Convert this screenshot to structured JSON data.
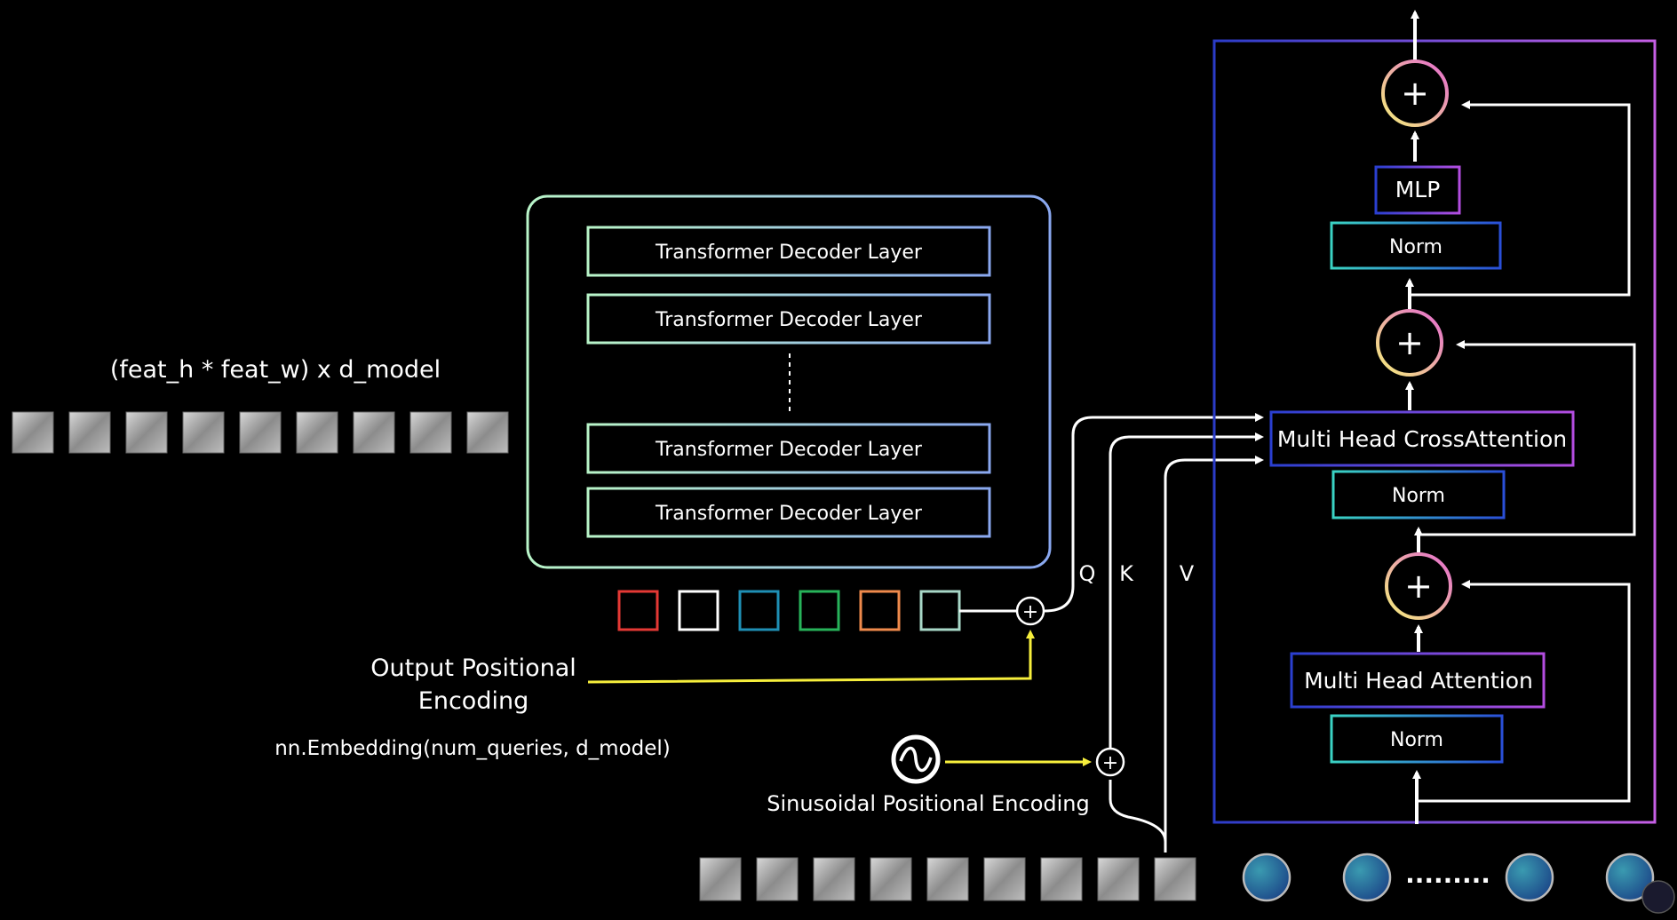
{
  "feature_label": "(feat_h * feat_w) x d_model",
  "decoder_layers": [
    "Transformer Decoder Layer",
    "Transformer Decoder Layer",
    "Transformer Decoder Layer",
    "Transformer Decoder Layer"
  ],
  "query_colors": [
    "#e53935",
    "#ffffff",
    "#1f8fb5",
    "#27b35a",
    "#ef8a4c",
    "#a8d8c8"
  ],
  "output_pos_enc": {
    "line1": "Output Positional",
    "line2": "Encoding",
    "code": "nn.Embedding(num_queries, d_model)",
    "color": "#f7ef3c"
  },
  "sinusoidal": {
    "label": "Sinusoidal Positional Encoding"
  },
  "qkv": {
    "q": "Q",
    "k": "K",
    "v": "V"
  },
  "block": {
    "mlp": "MLP",
    "norm_top": "Norm",
    "cross_attention": "Multi Head CrossAttention",
    "norm_mid": "Norm",
    "self_attention": "Multi Head Attention",
    "norm_bottom": "Norm",
    "plus": "+"
  },
  "ellipsis": "........."
}
